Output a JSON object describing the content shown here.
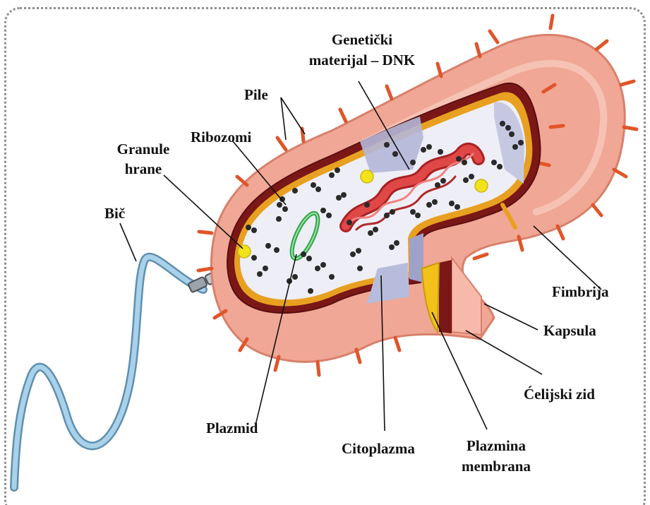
{
  "labels": {
    "dna_line1": "Genetički",
    "dna_line2": "materijal – DNK",
    "pile": "Pile",
    "ribozomi": "Ribozomi",
    "granule_line1": "Granule",
    "granule_line2": "hrane",
    "bic": "Bič",
    "fimbrija": "Fimbrija",
    "kapsula": "Kapsula",
    "celijski_zid": "Ćelijski zid",
    "plazmid": "Plazmid",
    "citoplazma": "Citoplazma",
    "membrana_line1": "Plazmina",
    "membrana_line2": "membrana"
  },
  "colors": {
    "capsule": "#f0a795",
    "capsule_dark": "#d8806b",
    "pili": "#e0552a",
    "cell_wall": "#7a1717",
    "membrane": "#e8a020",
    "cytoplasm": "#eeeef6",
    "cytoplasm_shade": "#b4b6d8",
    "ribosome": "#2a2a2a",
    "granule": "#f2e21a",
    "plasmid": "#2ea646",
    "dna": "#d63b3b",
    "flagellum": "#8fc0dc",
    "frame": "#8d8d8d"
  }
}
